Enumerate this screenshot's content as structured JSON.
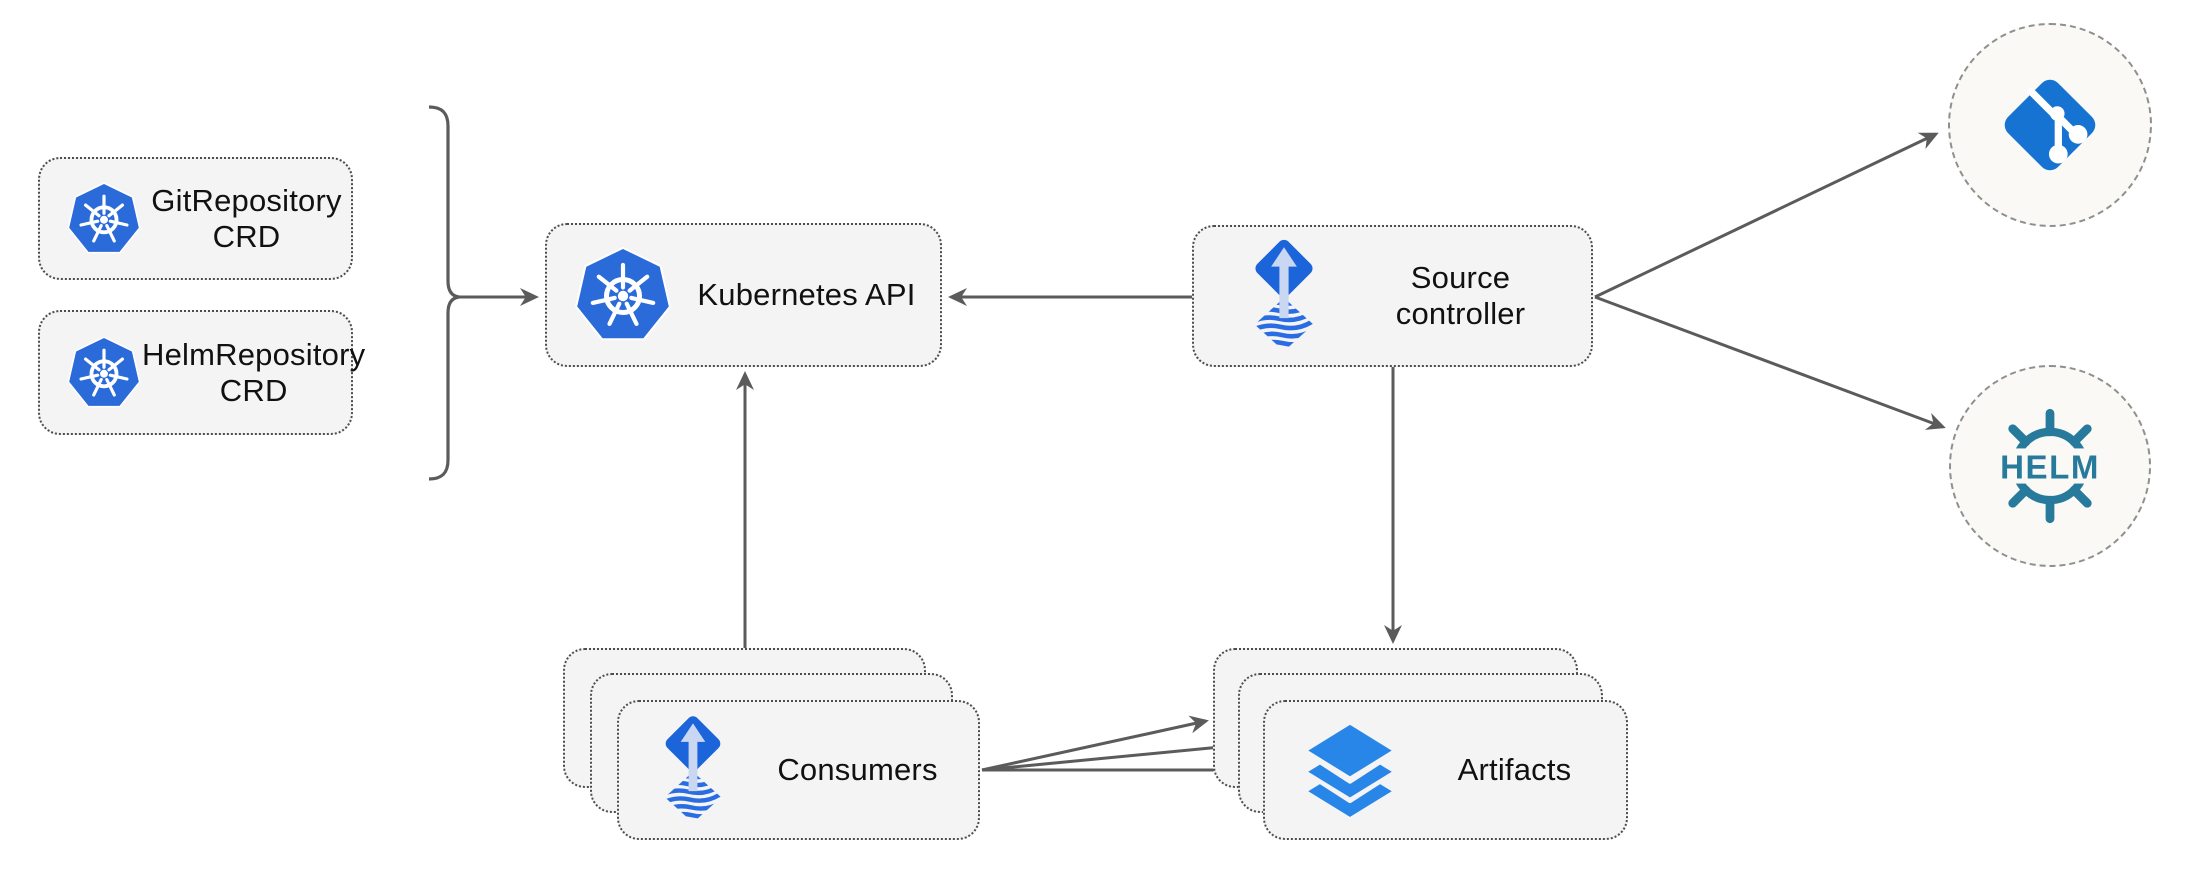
{
  "diagram": {
    "type": "architecture-diagram",
    "nodes": {
      "git_repository_crd": {
        "line1": "GitRepository",
        "line2": "CRD",
        "icon": "kubernetes-icon"
      },
      "helm_repository_crd": {
        "line1": "HelmRepository",
        "line2": "CRD",
        "icon": "kubernetes-icon"
      },
      "kubernetes_api": {
        "label": "Kubernetes API",
        "icon": "kubernetes-icon"
      },
      "source_controller": {
        "line1": "Source",
        "line2": "controller",
        "icon": "flux-source-icon"
      },
      "consumers": {
        "label": "Consumers",
        "icon": "flux-source-icon",
        "stacked": 3
      },
      "artifacts": {
        "label": "Artifacts",
        "icon": "layers-icon",
        "stacked": 3
      },
      "git_endpoint": {
        "icon": "git-icon"
      },
      "helm_endpoint": {
        "icon": "helm-icon",
        "logo_text": "HELM"
      }
    },
    "edges": [
      {
        "from": "crd-group-bracket",
        "to": "kubernetes_api",
        "arrow": "right"
      },
      {
        "from": "source_controller",
        "to": "kubernetes_api",
        "arrow": "left"
      },
      {
        "from": "consumers",
        "to": "kubernetes_api",
        "arrow": "up"
      },
      {
        "from": "source_controller",
        "to": "artifacts",
        "arrow": "down"
      },
      {
        "from": "source_controller",
        "to": "git_endpoint",
        "arrow": "up-right"
      },
      {
        "from": "source_controller",
        "to": "helm_endpoint",
        "arrow": "down-right"
      },
      {
        "from": "consumers",
        "to": "artifacts",
        "arrow": "right",
        "count": 3
      }
    ],
    "colors": {
      "canvas": "#ffffff",
      "box_fill": "#f4f4f4",
      "box_border": "#4d4d4d",
      "circle_fill": "#faf9f5",
      "circle_border": "#8f8f8f",
      "connector": "#5b5b5b",
      "text": "#111111",
      "kubernetes_blue": "#2b6bd9",
      "flux_blue": "#1b64da",
      "flux_arrow_light": "#c9d7f2",
      "layers_blue": "#2786e8",
      "git_blue": "#1673d1",
      "helm_teal": "#277a9c"
    }
  }
}
